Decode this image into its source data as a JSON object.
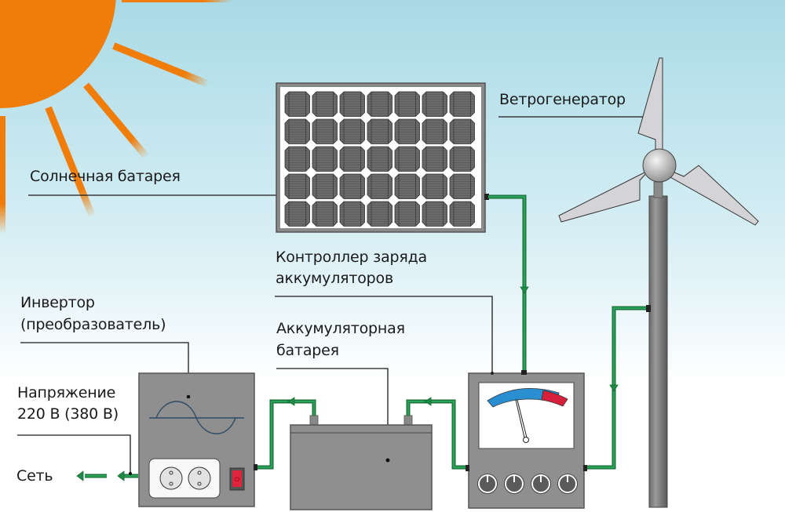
{
  "diagram": {
    "title": "Автономная система электроснабжения",
    "labels": {
      "solar_panel": "Солнечная батарея",
      "wind_generator": "Ветрогенератор",
      "charge_controller_line1": "Контроллер заряда",
      "charge_controller_line2": "аккумуляторов",
      "inverter_line1": "Инвертор",
      "inverter_line2": "(преобразователь)",
      "battery_line1": "Аккумуляторная",
      "battery_line2": "батарея",
      "voltage_line1": "Напряжение",
      "voltage_line2": "220 В (380 В)",
      "grid": "Сеть"
    },
    "components": [
      {
        "id": "sun",
        "icon": "sun-icon"
      },
      {
        "id": "solar_panel",
        "icon": "solar-panel-icon",
        "cells_rows": 5,
        "cells_cols": 7
      },
      {
        "id": "wind_generator",
        "icon": "wind-turbine-icon",
        "blades": 3
      },
      {
        "id": "charge_controller",
        "icon": "gauge-icon",
        "knobs": 4
      },
      {
        "id": "battery",
        "icon": "battery-icon",
        "terminals": 2
      },
      {
        "id": "inverter",
        "icon": "inverter-icon",
        "sockets": 2,
        "switch": "power-switch-icon"
      }
    ],
    "connections": [
      {
        "from": "solar_panel",
        "to": "charge_controller"
      },
      {
        "from": "wind_generator",
        "to": "charge_controller"
      },
      {
        "from": "charge_controller",
        "to": "battery"
      },
      {
        "from": "battery",
        "to": "inverter"
      },
      {
        "from": "inverter",
        "to": "grid"
      }
    ],
    "colors": {
      "sky_top": "#a9dae6",
      "sky_bottom": "#ffffff",
      "sun": "#f07d0a",
      "wire": "#1e8c46",
      "device_gray": "#8f8f8f",
      "gauge_blue": "#2a8fd0",
      "gauge_red": "#d8203c",
      "switch_red": "#e0243c",
      "blade": "#d4d4d6"
    }
  }
}
